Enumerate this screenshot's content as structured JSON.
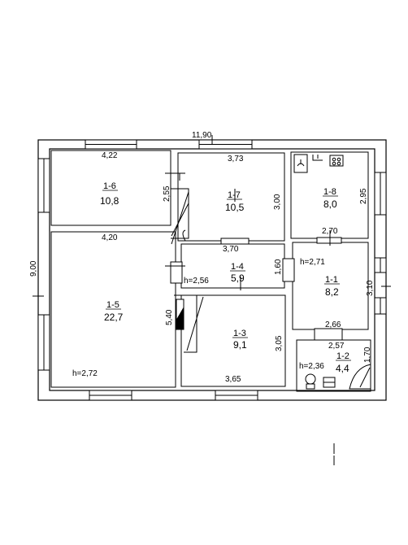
{
  "overall": {
    "width": "11,90",
    "height": "9,00"
  },
  "rooms": {
    "r16": {
      "id": "1-6",
      "area": "10,8",
      "w": "4,22",
      "h": "2,55"
    },
    "r17": {
      "id": "1-7",
      "area": "10,5",
      "w": "3,73",
      "h": "3,00"
    },
    "r18": {
      "id": "1-8",
      "area": "8,0",
      "h": "2,95"
    },
    "r15": {
      "id": "1-5",
      "area": "22,7",
      "w": "4,20",
      "h": "5,40",
      "ceiling": "h=2,72"
    },
    "r14": {
      "id": "1-4",
      "area": "5,9",
      "w": "3,70",
      "h": "1,60",
      "ceiling": "h=2,56"
    },
    "r11": {
      "id": "1-1",
      "area": "8,2",
      "w_top": "2,70",
      "w_bottom": "2,66",
      "h": "3,10",
      "ceiling": "h=2,71"
    },
    "r13": {
      "id": "1-3",
      "area": "9,1",
      "w": "3,65",
      "h": "3,05"
    },
    "r12": {
      "id": "1-2",
      "area": "4,4",
      "w": "2,57",
      "h": "1,70",
      "ceiling": "h=2,36"
    }
  }
}
